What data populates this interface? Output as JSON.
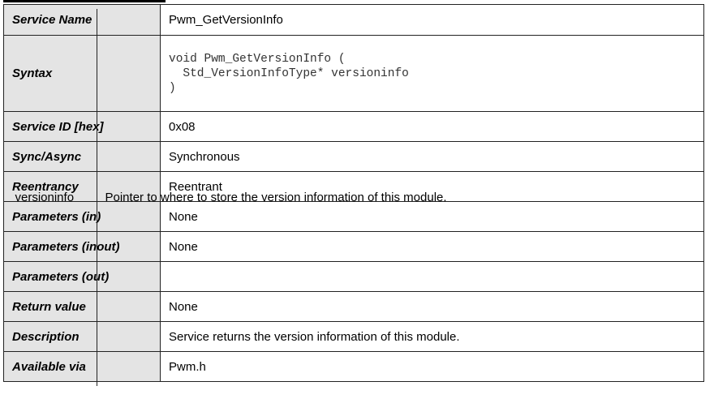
{
  "rows": [
    {
      "key": "Service Name",
      "value": "Pwm_GetVersionInfo"
    },
    {
      "key": "Syntax",
      "value": "void Pwm_GetVersionInfo (\n  Std_VersionInfoType* versioninfo\n)"
    },
    {
      "key": "Service ID [hex]",
      "value": "0x08"
    },
    {
      "key": "Sync/Async",
      "value": "Synchronous"
    },
    {
      "key": "Reentrancy",
      "value": "Reentrant"
    },
    {
      "key": "Parameters (in)",
      "value": "None"
    },
    {
      "key": "Parameters (inout)",
      "value": "None"
    },
    {
      "key": "Parameters (out)",
      "param": "versioninfo",
      "value": "Pointer to where to store the version information of this module."
    },
    {
      "key": "Return value",
      "value": "None"
    },
    {
      "key": "Description",
      "value": "Service returns the version information of this module."
    },
    {
      "key": "Available via",
      "value": "Pwm.h"
    }
  ]
}
